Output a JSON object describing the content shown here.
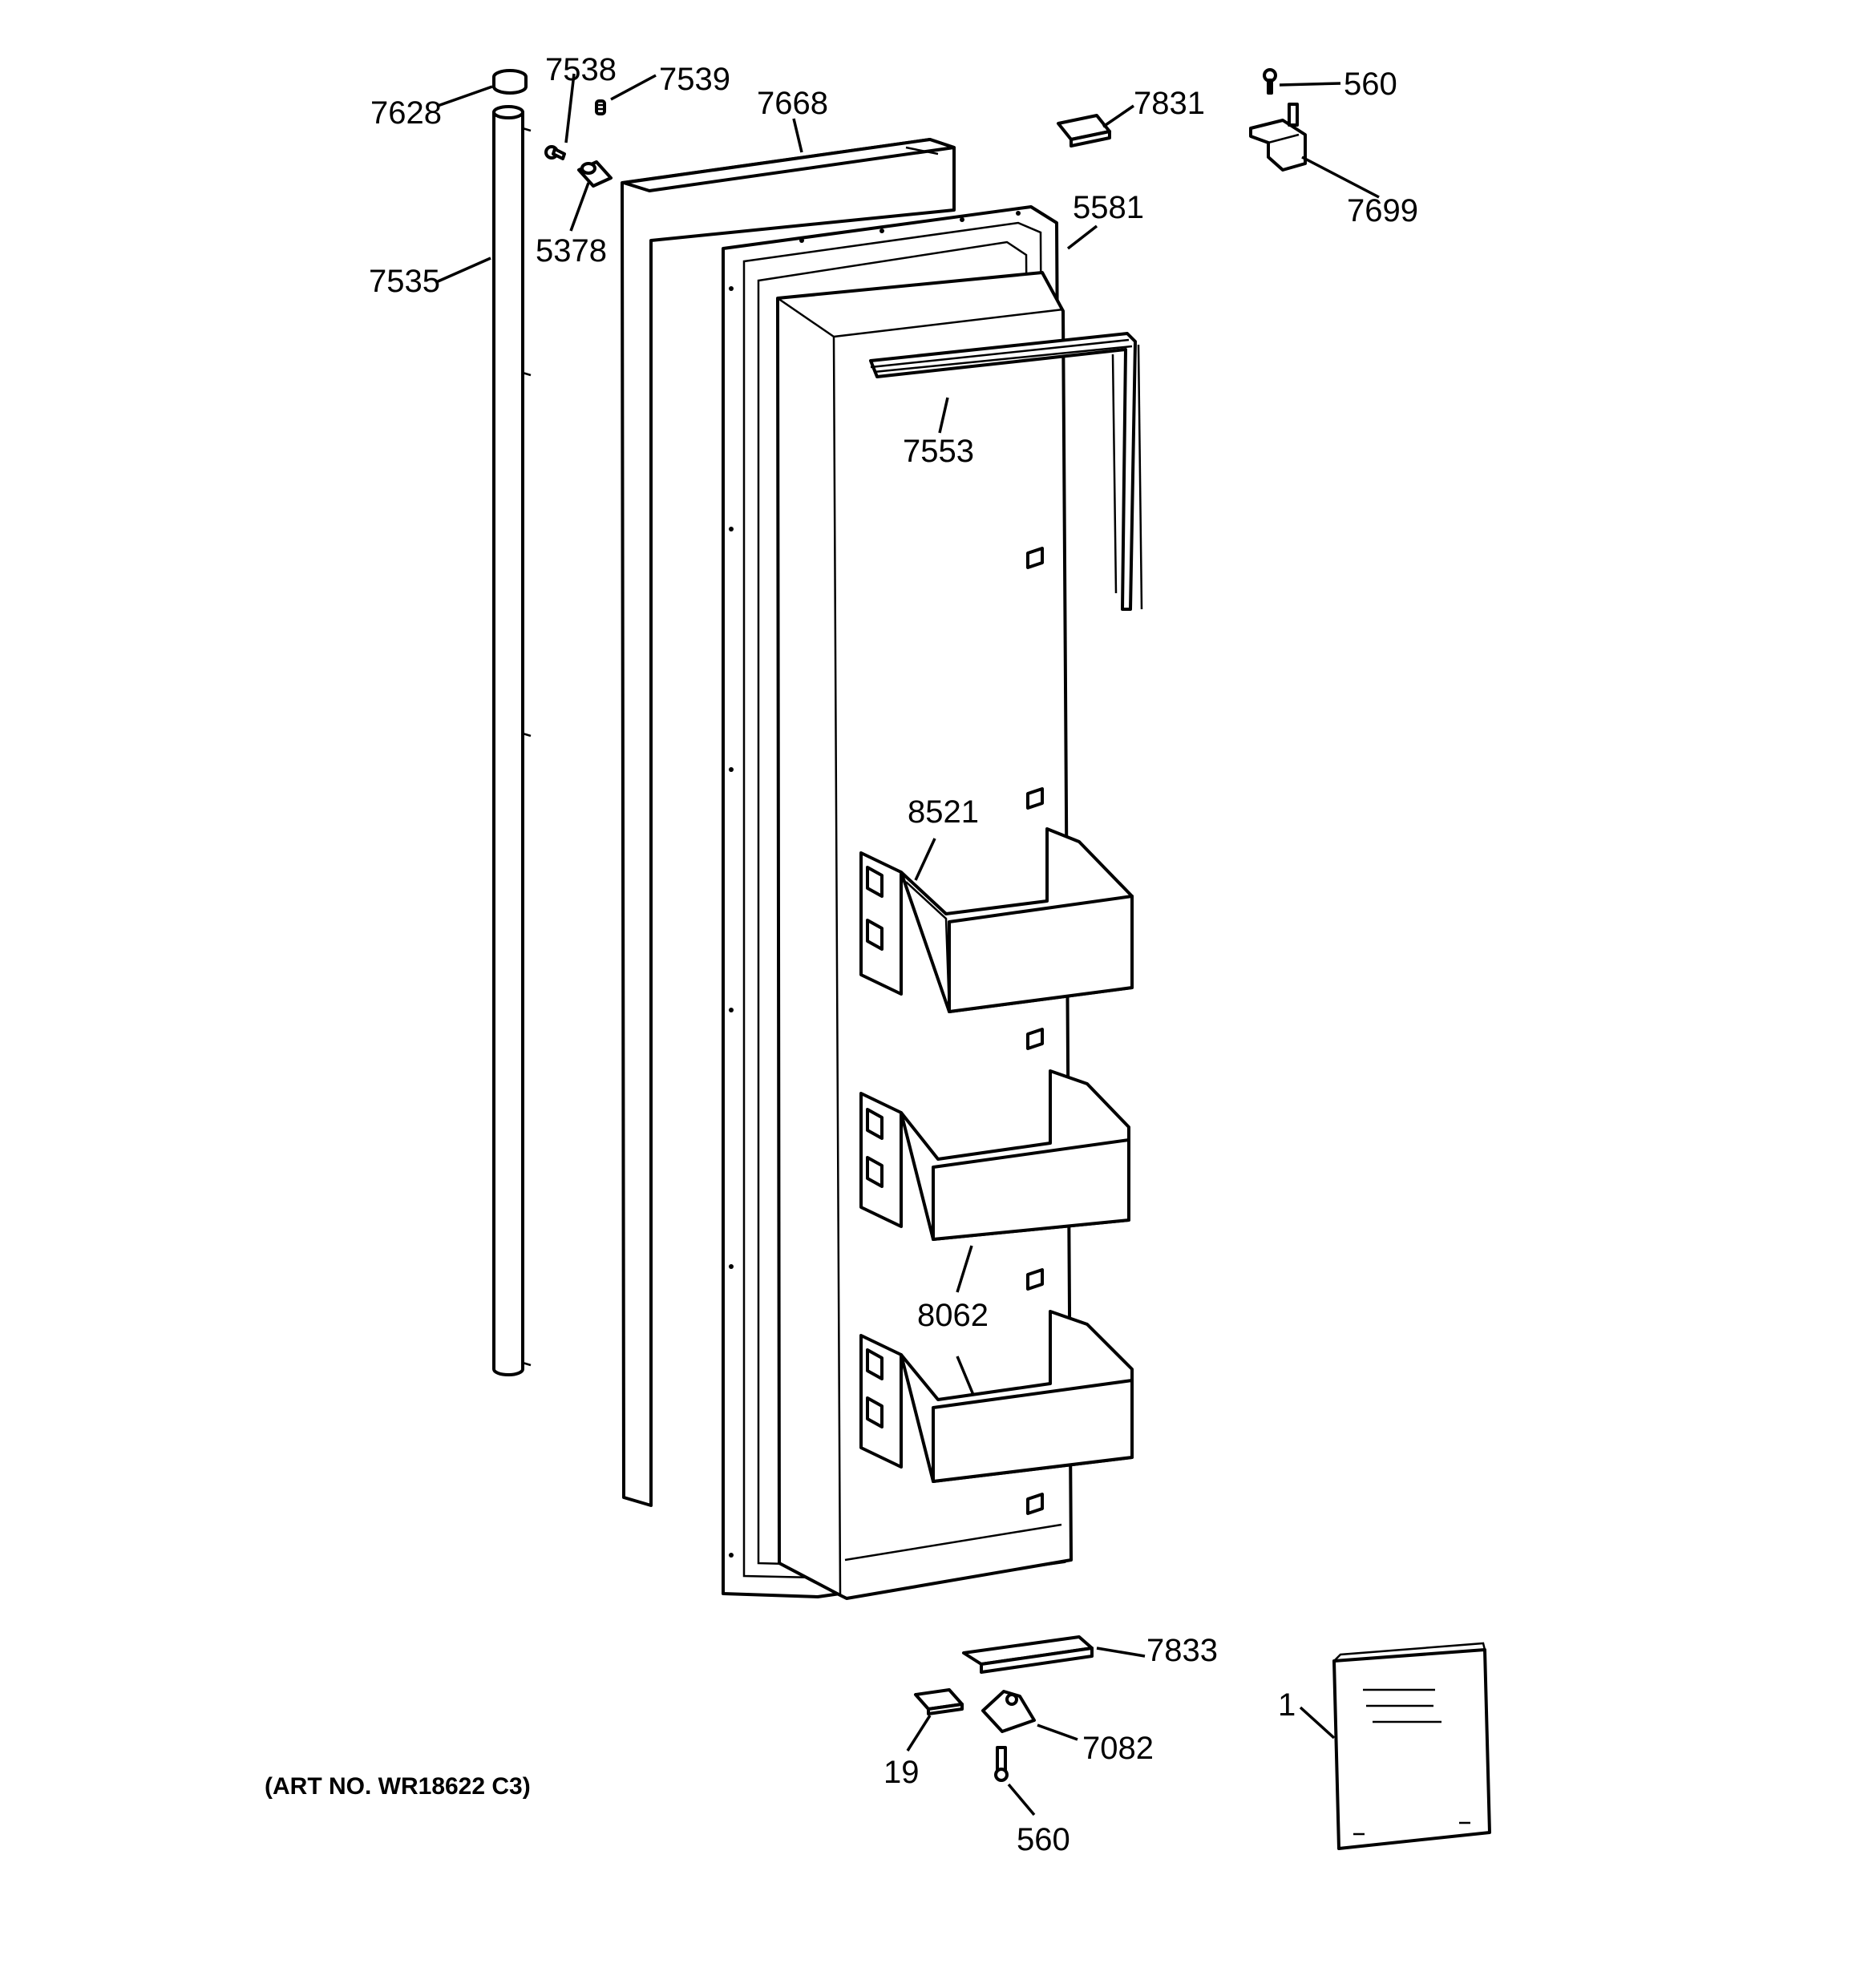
{
  "colors": {
    "line": "#000000",
    "background": "#ffffff"
  },
  "callouts": {
    "c7628": "7628",
    "c7538": "7538",
    "c7539": "7539",
    "c5378": "5378",
    "c7535": "7535",
    "c7668": "7668",
    "c7831": "7831",
    "c560_top": "560",
    "c7699": "7699",
    "c5581": "5581",
    "c7553": "7553",
    "c8521": "8521",
    "c8062": "8062",
    "c7833": "7833",
    "c19": "19",
    "c7082": "7082",
    "c560_bottom": "560",
    "c1": "1"
  },
  "art_number": "(ART NO. WR18622 C3)",
  "parts": {
    "cap": "cap-7628",
    "screw_small": "screw-7538",
    "spring": "spring-7539",
    "bushing": "bushing-5378",
    "tube": "tube-7535",
    "door_panel": "door-7668",
    "top_hinge_cover": "cover-7831",
    "top_screw": "screw-560",
    "top_hinge": "hinge-7699",
    "door_liner": "liner-5581",
    "gasket": "gasket-7553",
    "upper_bin": "bin-8521",
    "lower_bins": "bins-8062",
    "bottom_cover": "cover-7833",
    "shim": "shim-19",
    "bottom_hinge": "hinge-7082",
    "bottom_screw": "screw-560",
    "manual": "manual-1"
  }
}
